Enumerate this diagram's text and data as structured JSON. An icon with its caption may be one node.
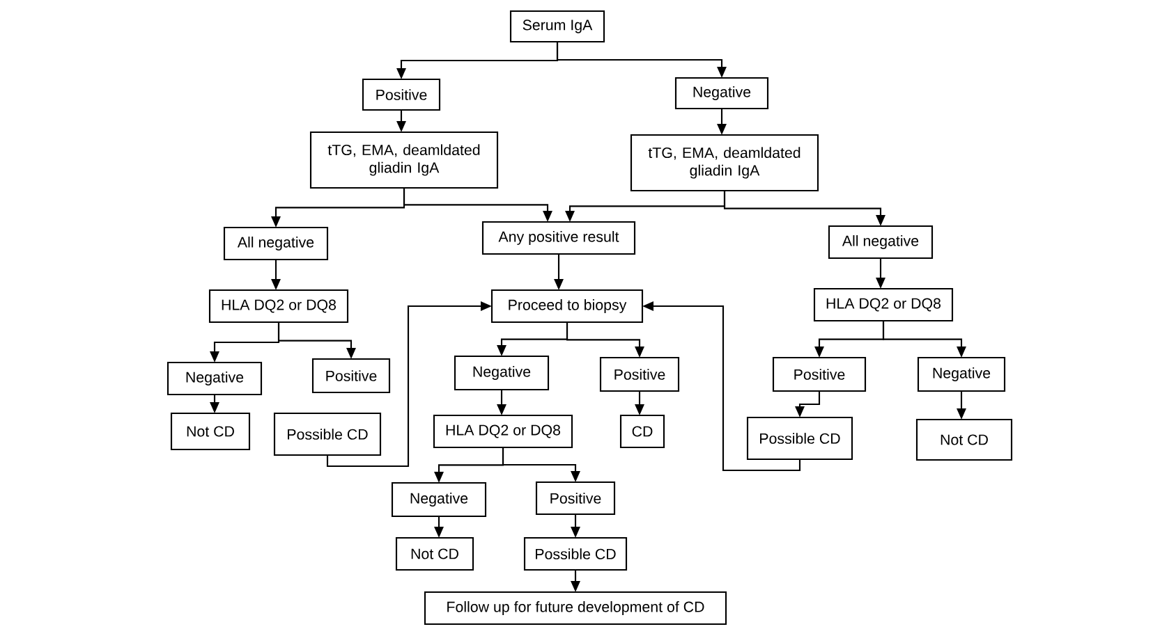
{
  "diagram": {
    "nodes": [
      {
        "text": [
          "Serum IgA"
        ]
      },
      {
        "text": [
          "Positive"
        ]
      },
      {
        "text": [
          "Negative"
        ]
      },
      {
        "text": [
          "tTG, EMA, deamldated gliadin IgA"
        ]
      },
      {
        "text": [
          "tTG, EMA, deamldated gliadin IgA"
        ]
      },
      {
        "text": [
          "All negative"
        ]
      },
      {
        "text": [
          "Any positive result"
        ]
      },
      {
        "text": [
          "All negative"
        ]
      },
      {
        "text": [
          "HLA DQ2 or DQ8"
        ]
      },
      {
        "text": [
          "Proceed to biopsy"
        ]
      },
      {
        "text": [
          "HLA DQ2 or DQ8"
        ]
      },
      {
        "text": [
          "Negative"
        ]
      },
      {
        "text": [
          "Positive"
        ]
      },
      {
        "text": [
          "Negative"
        ]
      },
      {
        "text": [
          "Positive"
        ]
      },
      {
        "text": [
          "Positive"
        ]
      },
      {
        "text": [
          "Negative"
        ]
      },
      {
        "text": [
          "Not CD"
        ]
      },
      {
        "text": [
          "Possible CD"
        ]
      },
      {
        "text": [
          "HLA DQ2 or DQ8"
        ]
      },
      {
        "text": [
          "CD"
        ]
      },
      {
        "text": [
          "Possible CD"
        ]
      },
      {
        "text": [
          "Not CD"
        ]
      },
      {
        "text": [
          "Negative"
        ]
      },
      {
        "text": [
          "Positive"
        ]
      },
      {
        "text": [
          "Not CD"
        ]
      },
      {
        "text": [
          "Possible CD"
        ]
      },
      {
        "text": [
          "Follow up for future development of CD"
        ]
      }
    ],
    "edges": [
      {
        "from": 0,
        "to": 1,
        "arrow": "to"
      },
      {
        "from": 0,
        "to": 2,
        "arrow": "to"
      },
      {
        "from": 1,
        "to": 3,
        "arrow": "to"
      },
      {
        "from": 2,
        "to": 4,
        "arrow": "to"
      },
      {
        "from": 3,
        "to": 5,
        "arrow": "to"
      },
      {
        "from": 3,
        "to": 6,
        "arrow": "to"
      },
      {
        "from": 4,
        "to": 6,
        "arrow": "to"
      },
      {
        "from": 4,
        "to": 7,
        "arrow": "to"
      },
      {
        "from": 5,
        "to": 8,
        "arrow": "to"
      },
      {
        "from": 6,
        "to": 9,
        "arrow": "to"
      },
      {
        "from": 7,
        "to": 10,
        "arrow": "to"
      },
      {
        "from": 8,
        "to": 11,
        "arrow": "to"
      },
      {
        "from": 8,
        "to": 12,
        "arrow": "to"
      },
      {
        "from": 11,
        "to": 17,
        "arrow": "to"
      },
      {
        "from": 18,
        "to": 9,
        "arrow": "to"
      },
      {
        "from": 9,
        "to": 13,
        "arrow": "to"
      },
      {
        "from": 9,
        "to": 14,
        "arrow": "to"
      },
      {
        "from": 13,
        "to": 19,
        "arrow": "to"
      },
      {
        "from": 14,
        "to": 20,
        "arrow": "to"
      },
      {
        "from": 10,
        "to": 15,
        "arrow": "to"
      },
      {
        "from": 10,
        "to": 16,
        "arrow": "to"
      },
      {
        "from": 15,
        "to": 21,
        "arrow": "to"
      },
      {
        "from": 16,
        "to": 22,
        "arrow": "to"
      },
      {
        "from": 21,
        "to": 9,
        "arrow": "to"
      },
      {
        "from": 19,
        "to": 23,
        "arrow": "to"
      },
      {
        "from": 19,
        "to": 24,
        "arrow": "to"
      },
      {
        "from": 23,
        "to": 25,
        "arrow": "to"
      },
      {
        "from": 24,
        "to": 26,
        "arrow": "to"
      },
      {
        "from": 26,
        "to": 27,
        "arrow": "to"
      }
    ]
  }
}
